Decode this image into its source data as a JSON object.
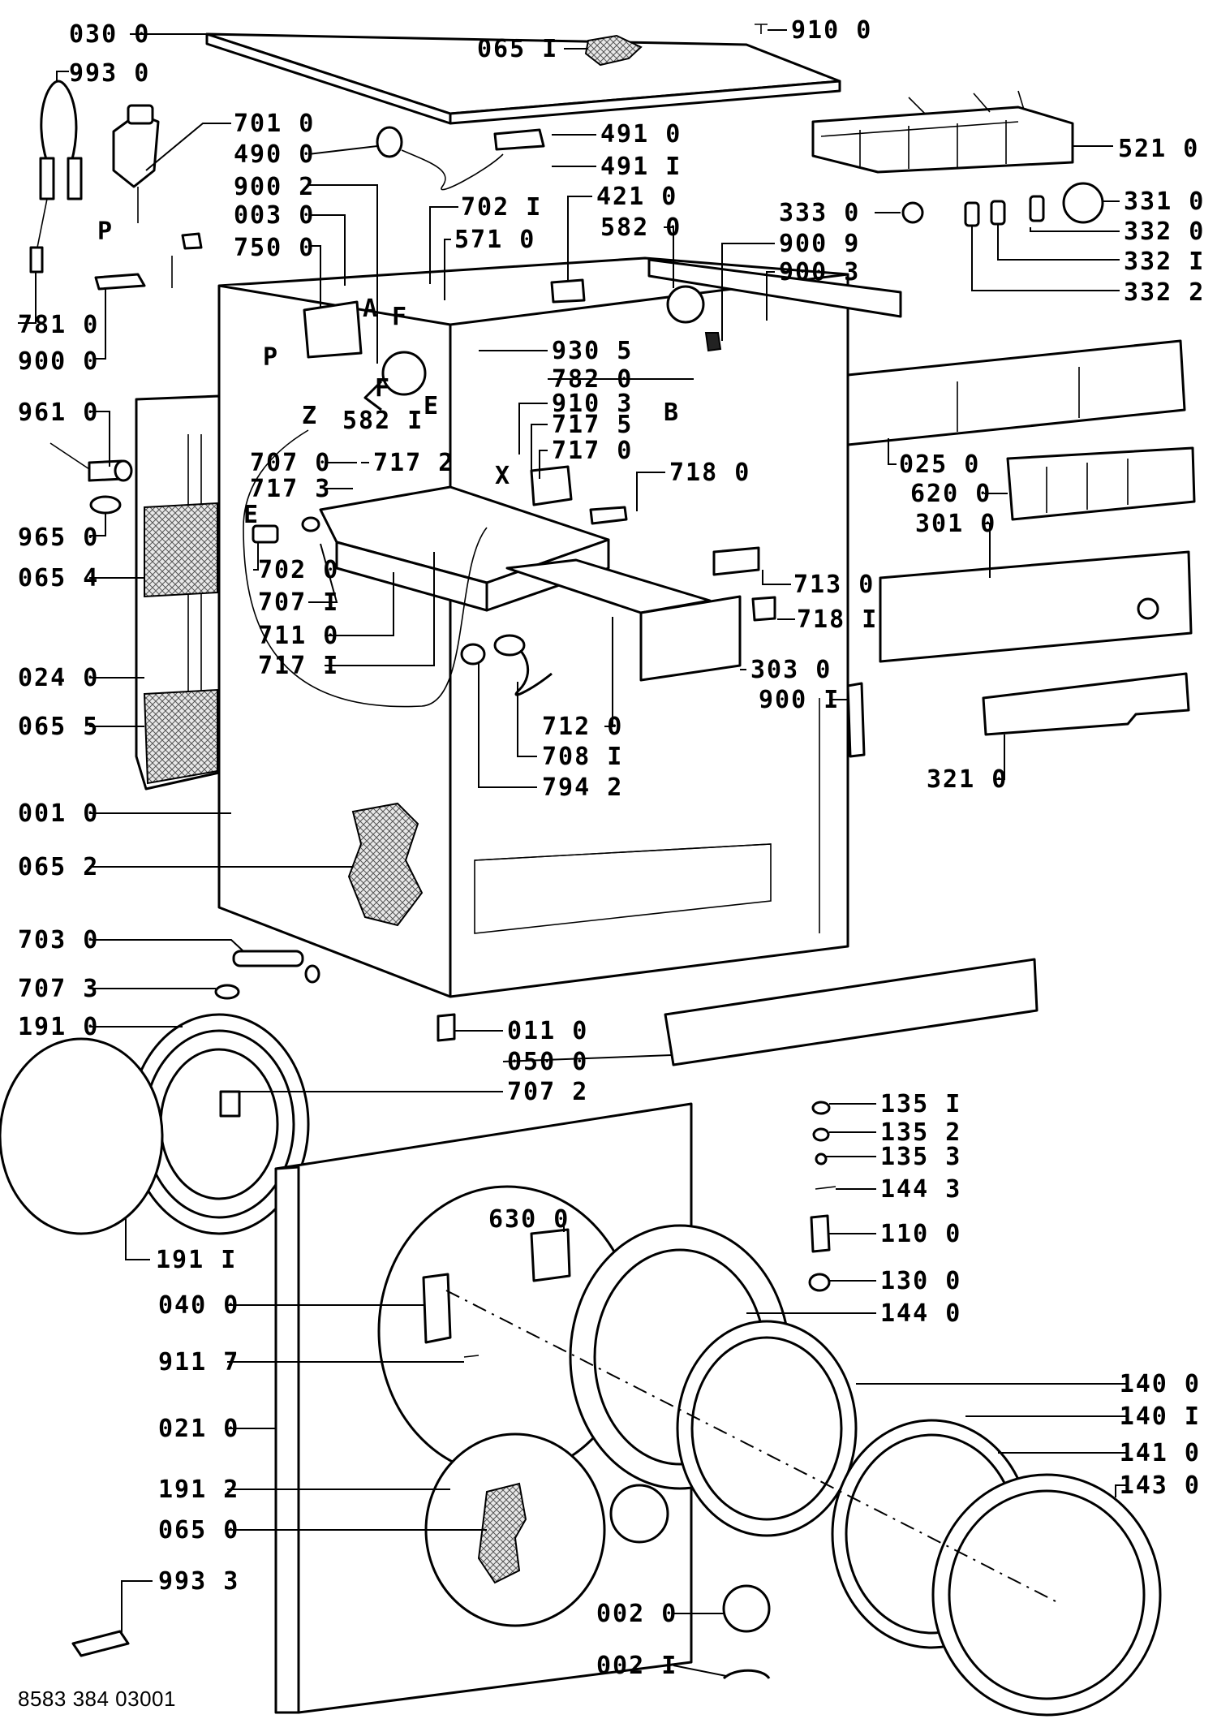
{
  "document": {
    "footer_code": "8583 384 03001"
  },
  "callouts": [
    {
      "id": "c1",
      "text": "030  0"
    },
    {
      "id": "c2",
      "text": "065  I"
    },
    {
      "id": "c3",
      "text": "910  0"
    },
    {
      "id": "c4",
      "text": "993  0"
    },
    {
      "id": "c5",
      "text": "701  0"
    },
    {
      "id": "c6",
      "text": "490  0"
    },
    {
      "id": "c7",
      "text": "491  0"
    },
    {
      "id": "c8",
      "text": "491  I"
    },
    {
      "id": "c9",
      "text": "521  0"
    },
    {
      "id": "c10",
      "text": "900  2"
    },
    {
      "id": "c11",
      "text": "003  0"
    },
    {
      "id": "c12",
      "text": "702  I"
    },
    {
      "id": "c13",
      "text": "421  0"
    },
    {
      "id": "c14",
      "text": "582  0"
    },
    {
      "id": "c15",
      "text": "333  0"
    },
    {
      "id": "c16",
      "text": "331  0"
    },
    {
      "id": "c17",
      "text": "750  0"
    },
    {
      "id": "c18",
      "text": "571  0"
    },
    {
      "id": "c19",
      "text": "900  9"
    },
    {
      "id": "c20",
      "text": "332  0"
    },
    {
      "id": "c21",
      "text": "900  3"
    },
    {
      "id": "c22",
      "text": "332  I"
    },
    {
      "id": "c23",
      "text": "332  2"
    },
    {
      "id": "c24",
      "text": "781  0"
    },
    {
      "id": "c25",
      "text": "900  0"
    },
    {
      "id": "c26",
      "text": "930  5"
    },
    {
      "id": "c27",
      "text": "782  0"
    },
    {
      "id": "c28",
      "text": "961  0"
    },
    {
      "id": "c29",
      "text": "910  3"
    },
    {
      "id": "c30",
      "text": "717  5"
    },
    {
      "id": "c31",
      "text": "717  0"
    },
    {
      "id": "c32",
      "text": "025  0"
    },
    {
      "id": "c33",
      "text": "707  0"
    },
    {
      "id": "c34",
      "text": "717  2"
    },
    {
      "id": "c35",
      "text": "717  3"
    },
    {
      "id": "c36",
      "text": "718  0"
    },
    {
      "id": "c37",
      "text": "620  0"
    },
    {
      "id": "c38",
      "text": "965  0"
    },
    {
      "id": "c39",
      "text": "301  0"
    },
    {
      "id": "c40",
      "text": "065  4"
    },
    {
      "id": "c41",
      "text": "702  0"
    },
    {
      "id": "c42",
      "text": "713  0"
    },
    {
      "id": "c43",
      "text": "707  I"
    },
    {
      "id": "c44",
      "text": "718  I"
    },
    {
      "id": "c45",
      "text": "711  0"
    },
    {
      "id": "c46",
      "text": "717  I"
    },
    {
      "id": "c47",
      "text": "303  0"
    },
    {
      "id": "c48",
      "text": "024  0"
    },
    {
      "id": "c49",
      "text": "900  I"
    },
    {
      "id": "c50",
      "text": "065  5"
    },
    {
      "id": "c51",
      "text": "712  0"
    },
    {
      "id": "c52",
      "text": "708  I"
    },
    {
      "id": "c53",
      "text": "321  0"
    },
    {
      "id": "c54",
      "text": "794  2"
    },
    {
      "id": "c55",
      "text": "001  0"
    },
    {
      "id": "c56",
      "text": "065  2"
    },
    {
      "id": "c57",
      "text": "703  0"
    },
    {
      "id": "c58",
      "text": "707  3"
    },
    {
      "id": "c59",
      "text": "191  0"
    },
    {
      "id": "c60",
      "text": "011  0"
    },
    {
      "id": "c61",
      "text": "050  0"
    },
    {
      "id": "c62",
      "text": "707  2"
    },
    {
      "id": "c63",
      "text": "135  I"
    },
    {
      "id": "c64",
      "text": "135  2"
    },
    {
      "id": "c65",
      "text": "135  3"
    },
    {
      "id": "c66",
      "text": "144  3"
    },
    {
      "id": "c67",
      "text": "630  0"
    },
    {
      "id": "c68",
      "text": "110  0"
    },
    {
      "id": "c69",
      "text": "191  I"
    },
    {
      "id": "c70",
      "text": "130  0"
    },
    {
      "id": "c71",
      "text": "040  0"
    },
    {
      "id": "c72",
      "text": "144  0"
    },
    {
      "id": "c73",
      "text": "911  7"
    },
    {
      "id": "c74",
      "text": "140  0"
    },
    {
      "id": "c75",
      "text": "140  I"
    },
    {
      "id": "c76",
      "text": "021  0"
    },
    {
      "id": "c77",
      "text": "141  0"
    },
    {
      "id": "c78",
      "text": "143  0"
    },
    {
      "id": "c79",
      "text": "191  2"
    },
    {
      "id": "c80",
      "text": "065  0"
    },
    {
      "id": "c81",
      "text": "993  3"
    },
    {
      "id": "c82",
      "text": "002  0"
    },
    {
      "id": "c83",
      "text": "002  I"
    }
  ],
  "markers": [
    {
      "id": "m1",
      "text": "A"
    },
    {
      "id": "m2",
      "text": "P"
    },
    {
      "id": "m3",
      "text": "P"
    },
    {
      "id": "m4",
      "text": "F"
    },
    {
      "id": "m5",
      "text": "F"
    },
    {
      "id": "m6",
      "text": "Z"
    },
    {
      "id": "m7",
      "text": "582  I"
    },
    {
      "id": "m8",
      "text": "E"
    },
    {
      "id": "m9",
      "text": "B"
    },
    {
      "id": "m10",
      "text": "X"
    },
    {
      "id": "m11",
      "text": "E"
    }
  ]
}
